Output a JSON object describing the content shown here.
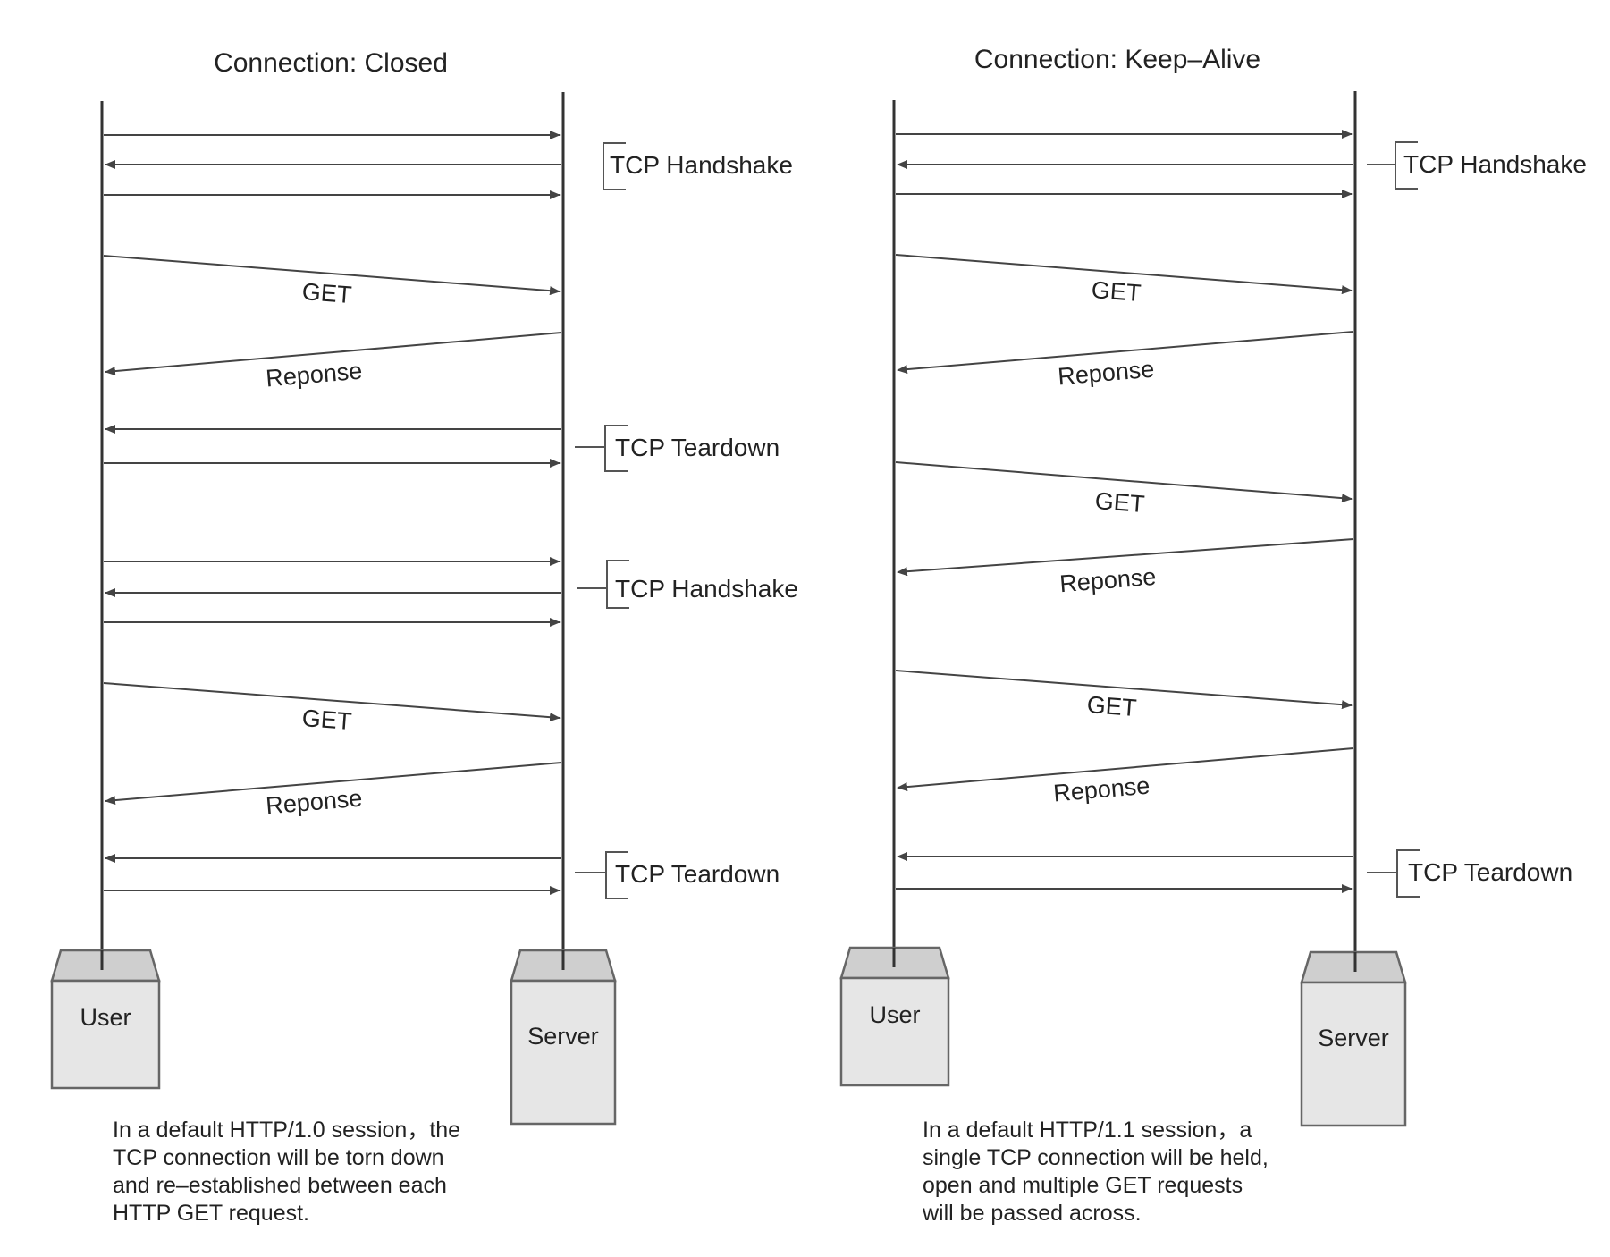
{
  "diagrams": [
    {
      "title": "Connection: Closed",
      "user_label": "User",
      "server_label": "Server",
      "caption": [
        "In a default HTTP/1.0 session，the",
        "TCP connection will be torn down",
        "and re–established between each",
        "HTTP GET request."
      ],
      "messages": [
        {
          "dir": "right",
          "label": ""
        },
        {
          "dir": "left",
          "label": ""
        },
        {
          "dir": "right",
          "label": ""
        },
        {
          "dir": "right",
          "label": "GET"
        },
        {
          "dir": "left",
          "label": "Reponse"
        },
        {
          "dir": "left",
          "label": ""
        },
        {
          "dir": "right",
          "label": ""
        },
        {
          "dir": "right",
          "label": ""
        },
        {
          "dir": "left",
          "label": ""
        },
        {
          "dir": "right",
          "label": ""
        },
        {
          "dir": "right",
          "label": "GET"
        },
        {
          "dir": "left",
          "label": "Reponse"
        },
        {
          "dir": "left",
          "label": ""
        },
        {
          "dir": "right",
          "label": ""
        }
      ],
      "phases": [
        "TCP Handshake",
        "TCP Teardown",
        "TCP Handshake",
        "TCP Teardown"
      ]
    },
    {
      "title": "Connection: Keep–Alive",
      "user_label": "User",
      "server_label": "Server",
      "caption": [
        "In a default HTTP/1.1 session，a",
        "single TCP connection will be held,",
        "open and multiple GET requests",
        "will be passed across."
      ],
      "messages": [
        {
          "dir": "right",
          "label": ""
        },
        {
          "dir": "left",
          "label": ""
        },
        {
          "dir": "right",
          "label": ""
        },
        {
          "dir": "right",
          "label": "GET"
        },
        {
          "dir": "left",
          "label": "Reponse"
        },
        {
          "dir": "right",
          "label": "GET"
        },
        {
          "dir": "left",
          "label": "Reponse"
        },
        {
          "dir": "right",
          "label": "GET"
        },
        {
          "dir": "left",
          "label": "Reponse"
        },
        {
          "dir": "left",
          "label": ""
        },
        {
          "dir": "right",
          "label": ""
        }
      ],
      "phases": [
        "TCP Handshake",
        "TCP Teardown"
      ]
    }
  ]
}
